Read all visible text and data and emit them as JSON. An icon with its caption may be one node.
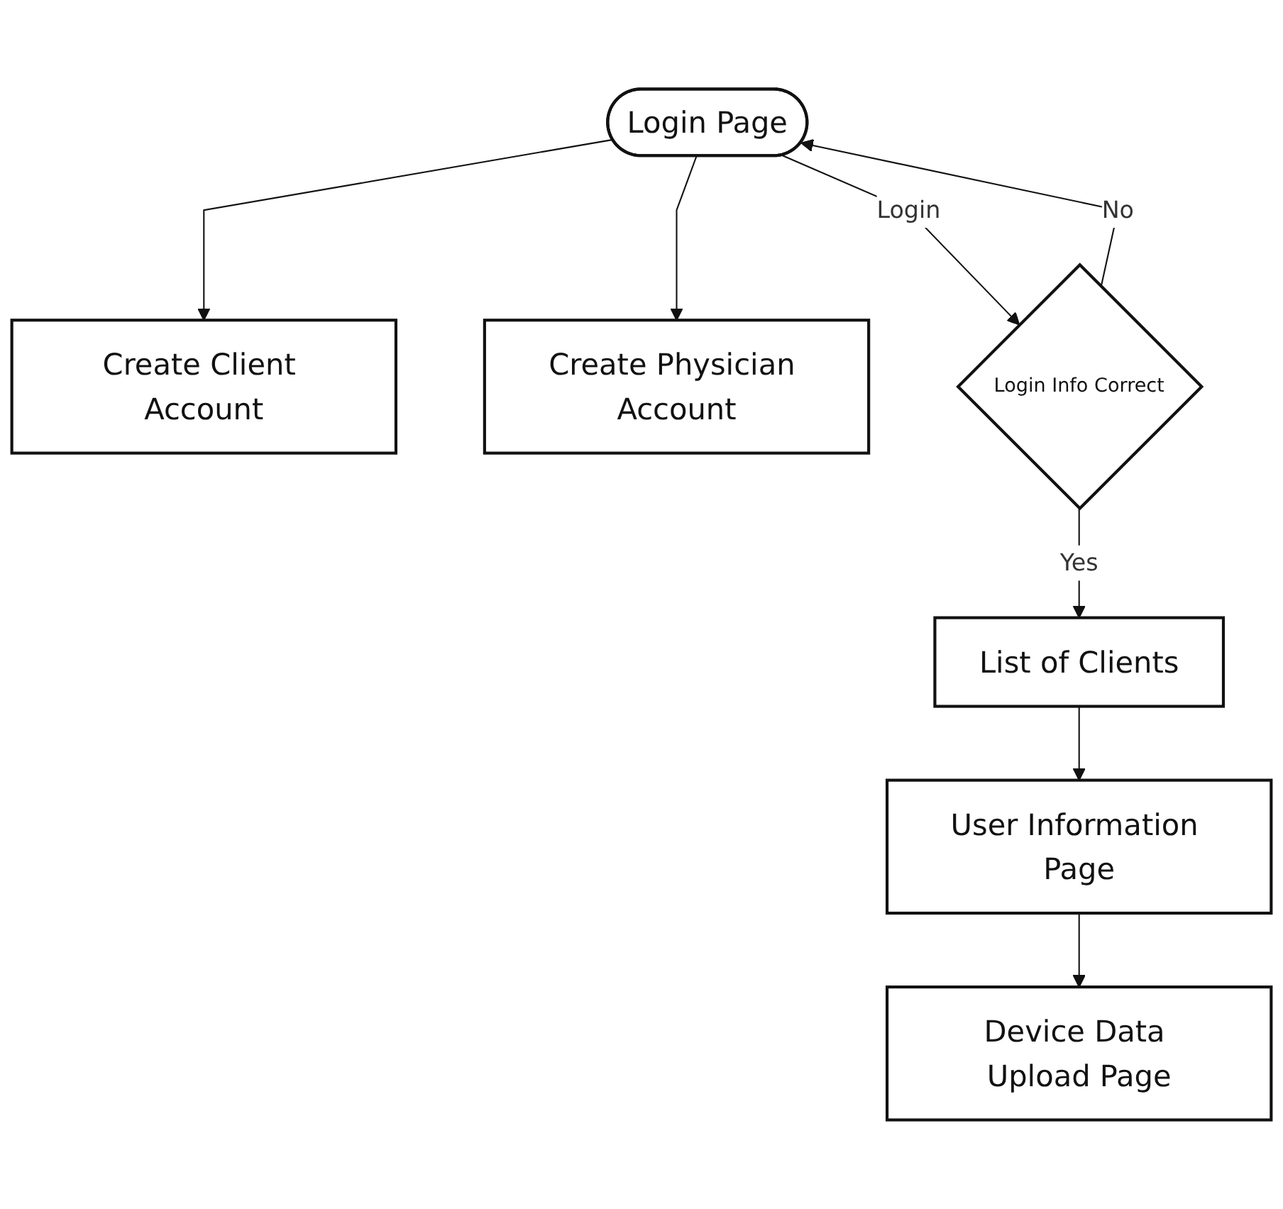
{
  "diagram": {
    "nodes": [
      {
        "text": [
          "Create Client Account"
        ]
      },
      {
        "text": [
          "Login Page"
        ]
      },
      {
        "text": [
          "Create Physician Account"
        ]
      },
      {
        "text": [
          "Login Info Correct"
        ]
      },
      {
        "text": [
          "List of Clients"
        ]
      },
      {
        "text": [
          "User Information Page"
        ]
      },
      {
        "text": [
          "Device Data Upload Page"
        ]
      }
    ],
    "edges": [
      {
        "from": 1,
        "to": 0,
        "arrow": "to"
      },
      {
        "from": 1,
        "to": 2,
        "arrow": "to"
      },
      {
        "from": 1,
        "to": 3,
        "label": "Login",
        "arrow": "to"
      },
      {
        "from": 3,
        "to": 1,
        "label": "No",
        "arrow": "to"
      },
      {
        "from": 3,
        "to": 4,
        "label": "Yes",
        "arrow": "to"
      },
      {
        "from": 4,
        "to": 5,
        "arrow": "to"
      },
      {
        "from": 5,
        "to": 6,
        "arrow": "to"
      }
    ]
  }
}
